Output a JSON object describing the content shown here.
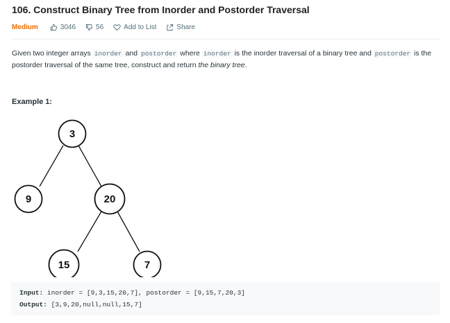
{
  "problem": {
    "title": "106. Construct Binary Tree from Inorder and Postorder Traversal",
    "difficulty": "Medium",
    "likes": "3046",
    "dislikes": "56",
    "add_to_list": "Add to List",
    "share": "Share"
  },
  "description": {
    "p1": "Given two integer arrays ",
    "code1": "inorder",
    "p2": " and ",
    "code2": "postorder",
    "p3": " where ",
    "code3": "inorder",
    "p4": " is the inorder traversal of a binary tree and ",
    "code4": "postorder",
    "p5": " is the postorder traversal of the same tree, construct and return ",
    "em": "the binary tree",
    "p6": "."
  },
  "example": {
    "title": "Example 1:",
    "tree_nodes": [
      "3",
      "9",
      "20",
      "15",
      "7"
    ],
    "input_label": "Input:",
    "input_value": " inorder = [9,3,15,20,7], postorder = [9,15,7,20,3]",
    "output_label": "Output:",
    "output_value": " [3,9,20,null,null,15,7]"
  },
  "colors": {
    "difficulty": "#ef6c00",
    "code_bg": "#f7f9fa"
  }
}
